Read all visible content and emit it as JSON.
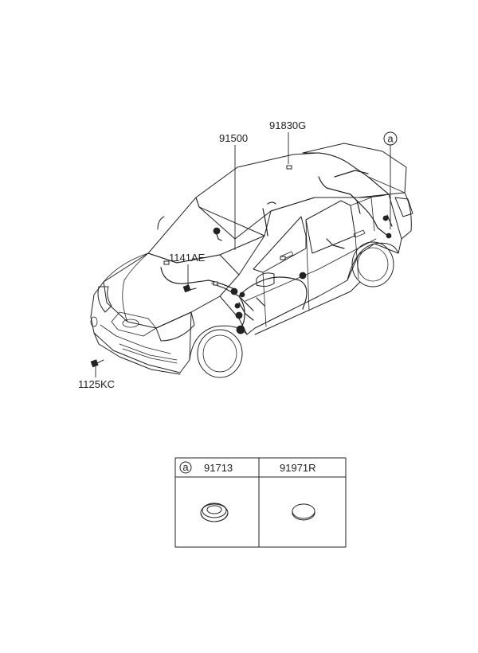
{
  "callouts": {
    "harness_floor": "91500",
    "harness_roof": "91830G",
    "bolt_front": "1141AE",
    "bolt_bumper": "1125KC",
    "ref_a": "a"
  },
  "parts_table": {
    "ref": "a",
    "columns": [
      "91713",
      "91971R"
    ],
    "items": [
      {
        "part": "91713",
        "icon": "grommet-ring-icon"
      },
      {
        "part": "91971R",
        "icon": "round-plug-cap-icon"
      }
    ]
  }
}
